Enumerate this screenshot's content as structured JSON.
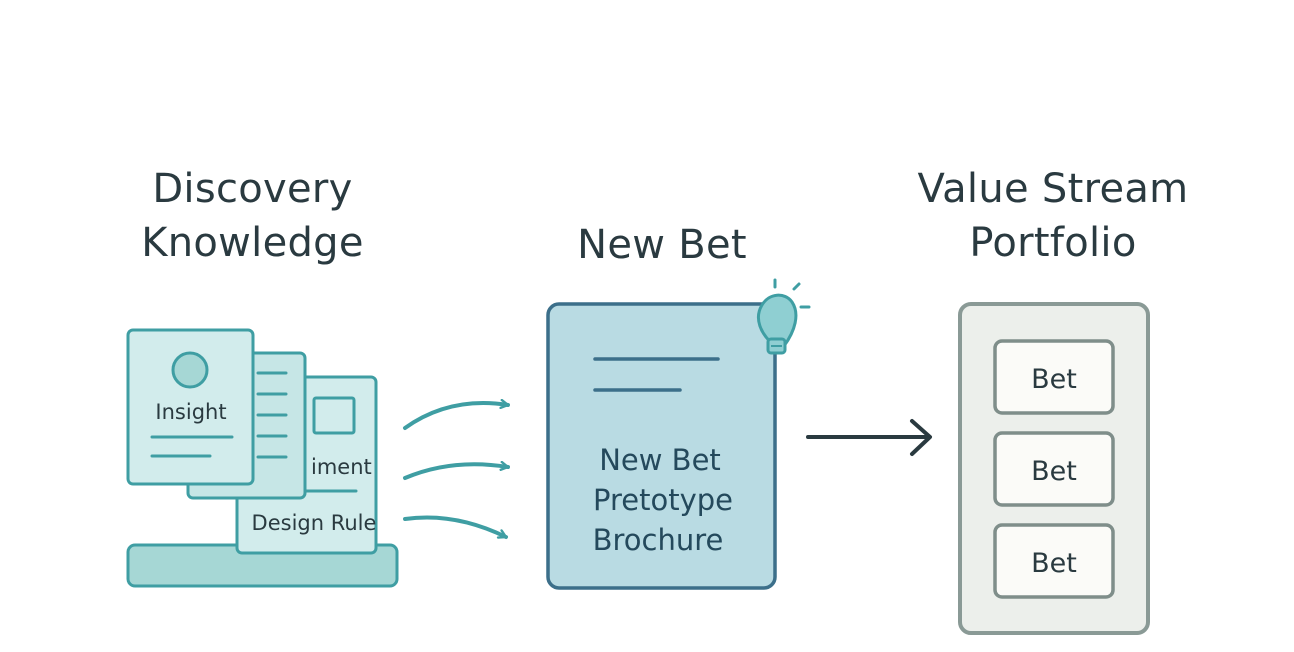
{
  "headings": {
    "discovery": [
      "Discovery",
      "Knowledge"
    ],
    "newbet": [
      "New Bet"
    ],
    "portfolio": [
      "Value Stream",
      "Portfolio"
    ]
  },
  "discovery_docs": {
    "front_label": "Insight",
    "middle_label": "iment",
    "back_label": "Design Rule"
  },
  "new_bet_card": {
    "lines": [
      "New Bet",
      "Pretotype",
      "Brochure"
    ]
  },
  "portfolio_items": [
    "Bet",
    "Bet",
    "Bet"
  ],
  "colors": {
    "teal_stroke": "#3f9ea3",
    "teal_fill": "#d2ecec",
    "teal_fill_dark": "#a6d7d5",
    "card_fill": "#b9dbe3",
    "card_stroke": "#3c6f8a",
    "text_dark": "#2a3a40",
    "portfolio_fill": "#ecefeb",
    "portfolio_stroke": "#8a9a96",
    "bulb": "#8fcfd2"
  }
}
